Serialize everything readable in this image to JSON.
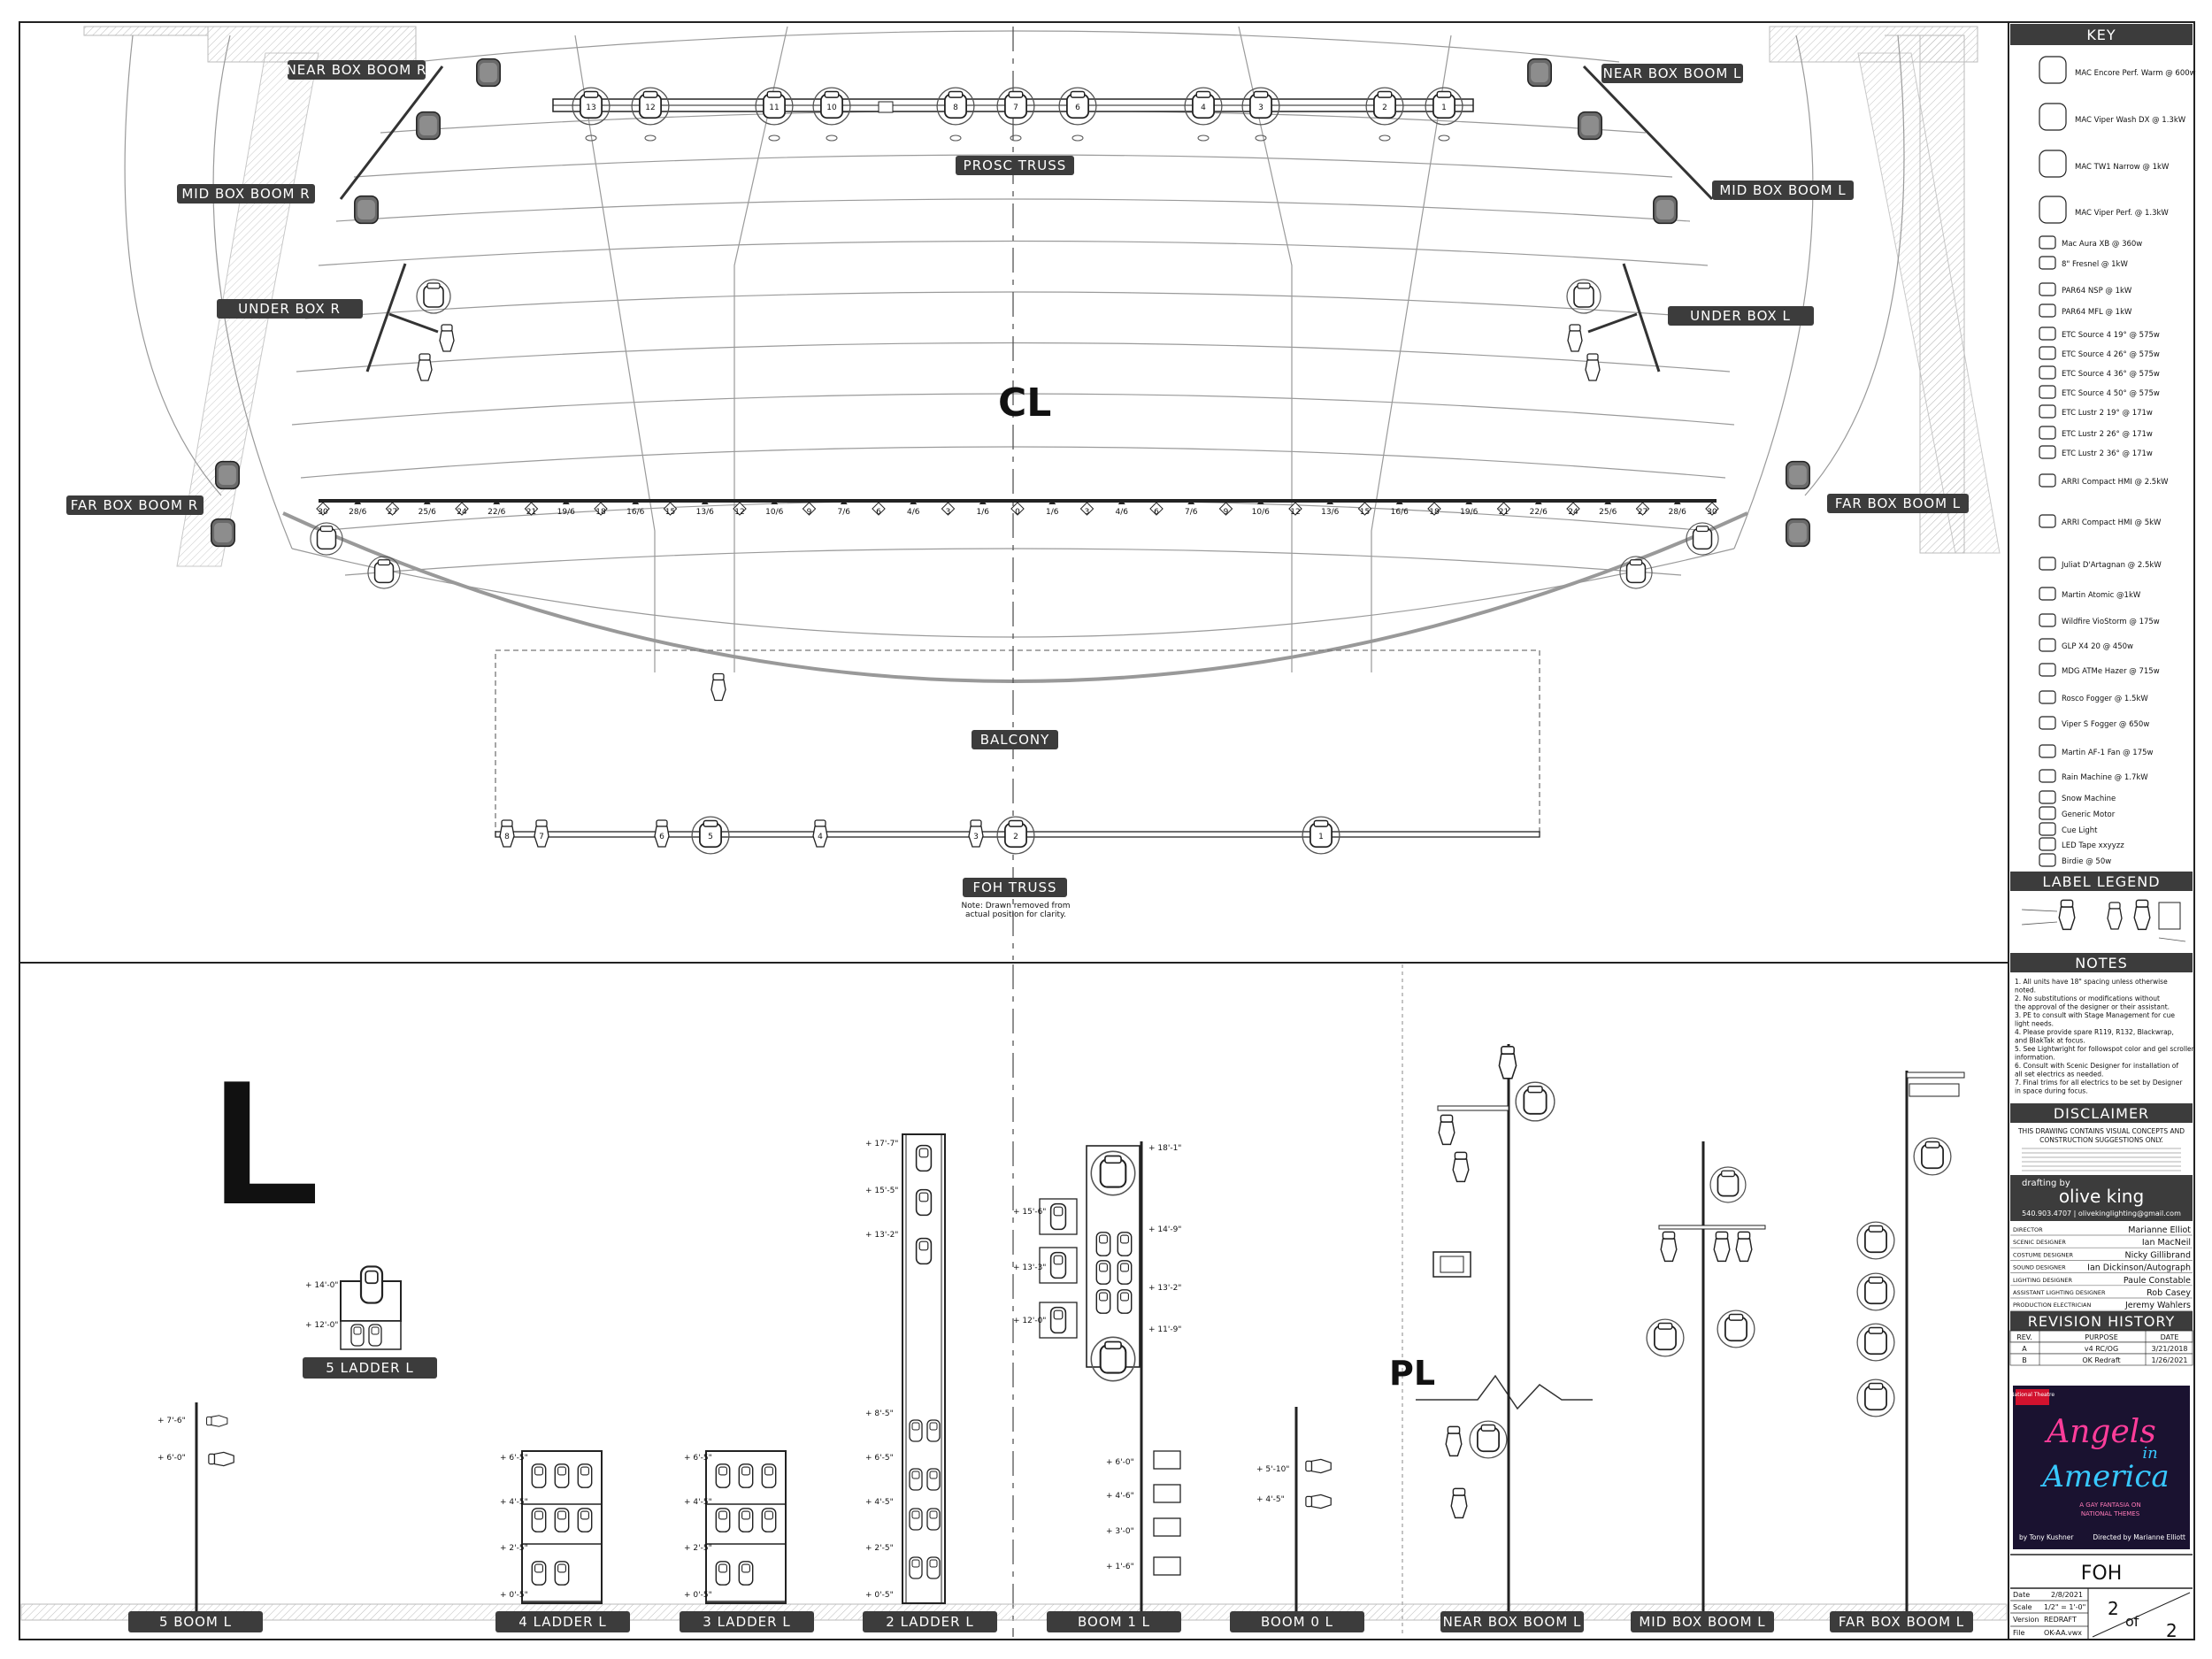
{
  "drawing": {
    "big_letter": "L",
    "centerline_mark": "CL",
    "plaster_line_mark": "PL",
    "foh_note": "Note: Drawn removed from actual position for clarity."
  },
  "plan_positions": {
    "near_box_boom_r": "NEAR BOX BOOM R",
    "mid_box_boom_r": "MID BOX BOOM R",
    "under_box_r": "UNDER BOX R",
    "far_box_boom_r": "FAR BOX BOOM R",
    "near_box_boom_l": "NEAR BOX BOOM L",
    "mid_box_boom_l": "MID BOX BOOM L",
    "under_box_l": "UNDER BOX L",
    "far_box_boom_l": "FAR BOX BOOM L",
    "prosc_truss": "PROSC TRUSS",
    "balcony": "BALCONY",
    "foh_truss": "FOH TRUSS"
  },
  "prosc_units": [
    "13",
    "12",
    "11",
    "10",
    "8",
    "7",
    "6",
    "4",
    "3",
    "2",
    "1"
  ],
  "foh_units": [
    "8",
    "7",
    "6",
    "5",
    "4",
    "3",
    "2",
    "1"
  ],
  "rail_marks": [
    "30",
    "28/6",
    "27",
    "25/6",
    "24",
    "22/6",
    "21",
    "19/6",
    "18",
    "16/6",
    "15",
    "13/6",
    "12",
    "10/6",
    "9",
    "7/6",
    "6",
    "4/6",
    "3",
    "1/6",
    "0",
    "1/6",
    "3",
    "4/6",
    "6",
    "7/6",
    "9",
    "10/6",
    "12",
    "13/6",
    "15",
    "16/6",
    "18",
    "19/6",
    "21",
    "22/6",
    "24",
    "25/6",
    "27",
    "28/6",
    "30"
  ],
  "elevations": {
    "boom5": {
      "label": "5 BOOM L",
      "dims": [
        "+ 7'-6\"",
        "+ 6'-0\""
      ]
    },
    "ladder5": {
      "label": "5 LADDER L",
      "dims": [
        "+ 14'-0\"",
        "+ 12'-0\""
      ]
    },
    "ladder4": {
      "label": "4 LADDER L",
      "dims": [
        "+ 6'-5\"",
        "+ 4'-5\"",
        "+ 2'-5\"",
        "+ 0'-5\""
      ]
    },
    "ladder3": {
      "label": "3 LADDER L",
      "dims": [
        "+ 6'-5\"",
        "+ 4'-5\"",
        "+ 2'-5\"",
        "+ 0'-5\""
      ]
    },
    "ladder2": {
      "label": "2 LADDER L",
      "dims": [
        "+ 17'-7\"",
        "+ 15'-5\"",
        "+ 13'-2\"",
        "+ 8'-5\"",
        "+ 6'-5\"",
        "+ 4'-5\"",
        "+ 2'-5\"",
        "+ 0'-5\""
      ]
    },
    "boom1": {
      "label": "BOOM 1 L",
      "dims_right": [
        "+ 18'-1\"",
        "+ 14'-9\"",
        "+ 13'-2\"",
        "+ 11'-9\""
      ],
      "dims_left": [
        "+ 15'-6\"",
        "+ 13'-3\"",
        "+ 12'-0\""
      ],
      "dims_low": [
        "+ 6'-0\"",
        "+ 4'-6\"",
        "+ 3'-0\"",
        "+ 1'-6\""
      ]
    },
    "boom0": {
      "label": "BOOM 0 L",
      "dims": [
        "+ 5'-10\"",
        "+ 4'-5\""
      ]
    },
    "near_box_boom": {
      "label": "NEAR BOX BOOM L"
    },
    "mid_box_boom": {
      "label": "MID BOX BOOM L"
    },
    "far_box_boom": {
      "label": "FAR BOX BOOM L"
    }
  },
  "key": {
    "title": "KEY",
    "items": [
      "MAC Encore Perf. Warm @ 600w",
      "MAC Viper Wash DX @ 1.3kW",
      "MAC TW1 Narrow @ 1kW",
      "MAC Viper Perf. @ 1.3kW",
      "Mac Aura XB @ 360w",
      "8\" Fresnel @ 1kW",
      "PAR64 NSP @ 1kW",
      "PAR64 MFL @ 1kW",
      "ETC Source 4 19° @ 575w",
      "ETC Source 4 26° @ 575w",
      "ETC Source 4 36° @ 575w",
      "ETC Source 4 50° @ 575w",
      "ETC Lustr 2 19° @ 171w",
      "ETC Lustr 2 26° @ 171w",
      "ETC Lustr 2 36° @ 171w",
      "ARRI Compact HMI @ 2.5kW",
      "ARRI Compact HMI @ 5kW",
      "Juliat D'Artagnan @ 2.5kW",
      "Martin Atomic @1kW",
      "Wildfire VioStorm @ 175w",
      "GLP X4 20 @ 450w",
      "MDG ATMe Hazer @ 715w",
      "Rosco Fogger @ 1.5kW",
      "Viper S Fogger @ 650w",
      "Martin AF-1 Fan @ 175w",
      "Rain Machine @ 1.7kW",
      "Snow Machine",
      "Generic Motor",
      "Cue Light",
      "LED Tape xxyyzz",
      "Birdie @ 50w"
    ]
  },
  "label_legend": {
    "title": "LABEL LEGEND"
  },
  "notes": {
    "title": "NOTES",
    "lines": [
      "1. All units have 18\" spacing unless otherwise",
      "    noted.",
      "2. No substitutions or modifications without",
      "    the approval of the designer or their assistant.",
      "3. PE to consult with Stage Management for cue",
      "    light needs.",
      "4. Please provide spare R119, R132, Blackwrap,",
      "    and BlakTak at focus.",
      "5. See Lightwright for followspot color and gel scroller",
      "    information.",
      "6. Consult with Scenic Designer for installation of",
      "    all set electrics as needed.",
      "7. Final trims for all electrics to be set by Designer",
      "    in space during focus."
    ]
  },
  "disclaimer": {
    "title": "DISCLAIMER",
    "lines": [
      "THIS DRAWING CONTAINS VISUAL CONCEPTS AND",
      "CONSTRUCTION SUGGESTIONS ONLY."
    ]
  },
  "drafting": {
    "by": "drafting by",
    "name": "olive king",
    "contact": "540.903.4707 | oliveking​lighting@gmail.com"
  },
  "credits": [
    {
      "role": "DIRECTOR",
      "name": "Marianne Elliot"
    },
    {
      "role": "SCENIC DESIGNER",
      "name": "Ian MacNeil"
    },
    {
      "role": "COSTUME DESIGNER",
      "name": "Nicky Gillibrand"
    },
    {
      "role": "SOUND DESIGNER",
      "name": "Ian Dickinson/Autograph"
    },
    {
      "role": "LIGHTING DESIGNER",
      "name": "Paule Constable"
    },
    {
      "role": "ASSISTANT LIGHTING DESIGNER",
      "name": "Rob Casey"
    },
    {
      "role": "PRODUCTION ELECTRICIAN",
      "name": "Jeremy Wahlers"
    }
  ],
  "revisions": {
    "title": "REVISION HISTORY",
    "headers": [
      "REV.",
      "PURPOSE",
      "DATE"
    ],
    "rows": [
      [
        "A",
        "v4 RC/OG",
        "3/21/2018"
      ],
      [
        "B",
        "OK Redraft",
        "1/26/2021"
      ]
    ]
  },
  "poster": {
    "company": "National Theatre",
    "title_1": "Angels",
    "title_2": "in",
    "title_3": "America",
    "subtitle_1": "A GAY FANTASIA ON",
    "subtitle_2": "NATIONAL THEMES",
    "author": "by Tony Kushner",
    "director": "Directed by Marianne Elliott"
  },
  "sheet": {
    "name": "FOH",
    "date_label": "Date",
    "date": "2/8/2021",
    "scale_label": "Scale",
    "scale": "1/2\" = 1'-0\"",
    "version_label": "Version",
    "version": "REDRAFT",
    "file_label": "File",
    "file": "OK-AA.vwx",
    "page": "2",
    "of": "of",
    "total": "2"
  },
  "colors": {
    "label_fill": "#3c3c3c",
    "poster_bg": "#1a1230",
    "poster_pink": "#ff3d9a",
    "poster_blue": "#38c8ff",
    "nt_red": "#d2122e"
  }
}
